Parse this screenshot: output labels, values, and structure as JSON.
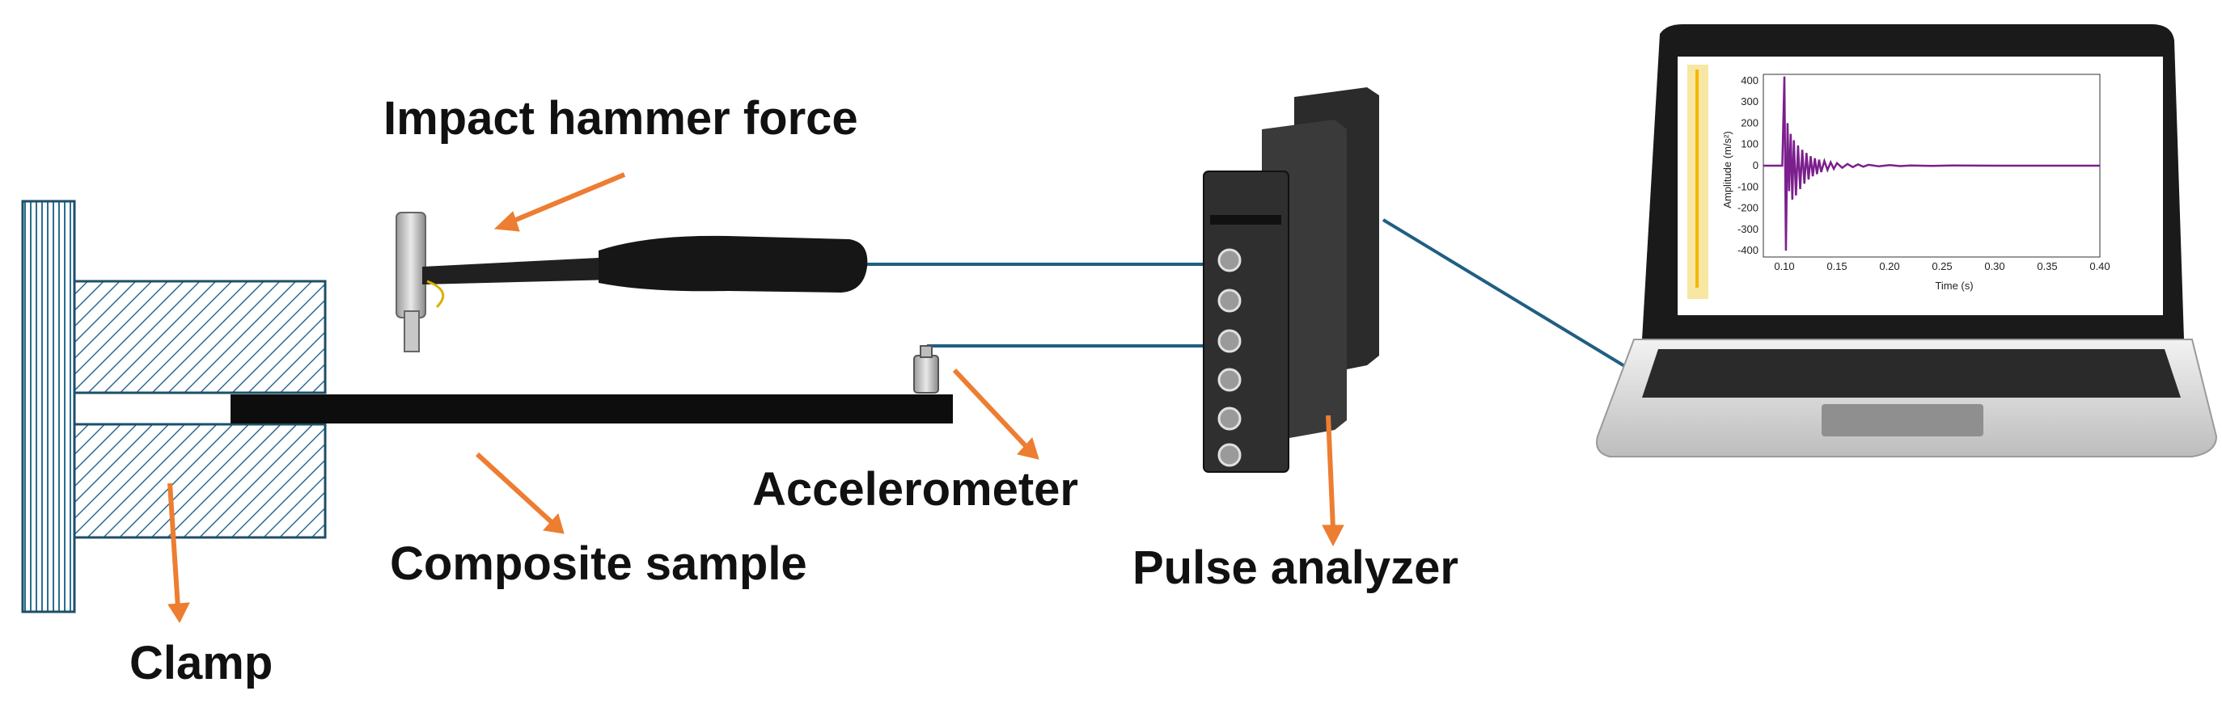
{
  "labels": {
    "impact_hammer": "Impact hammer force",
    "accelerometer": "Accelerometer",
    "composite_sample": "Composite sample",
    "clamp": "Clamp",
    "pulse_analyzer": "Pulse analyzer"
  },
  "colors": {
    "arrow": "#ed7d31",
    "cable": "#1f5f82",
    "hatch": "#2c6e8f",
    "signal": "#7b1f8c"
  },
  "icons": [
    "hammer-icon",
    "accelerometer-icon",
    "pulse-analyzer-icon",
    "laptop-icon"
  ],
  "chart_data": {
    "type": "line",
    "xlabel": "Time (s)",
    "ylabel": "Amplitude (m/s²)",
    "xlim": [
      0.08,
      0.4
    ],
    "ylim": [
      -430,
      430
    ],
    "x_ticks": [
      "0.10",
      "0.15",
      "0.20",
      "0.25",
      "0.30",
      "0.35",
      "0.40"
    ],
    "y_ticks": [
      "400",
      "300",
      "200",
      "100",
      "0",
      "-100",
      "-200",
      "-300",
      "-400"
    ],
    "series": [
      {
        "x": [
          0.08,
          0.098,
          0.1,
          0.1015,
          0.103,
          0.1045,
          0.106,
          0.1075,
          0.109,
          0.111,
          0.113,
          0.115,
          0.117,
          0.119,
          0.121,
          0.123,
          0.125,
          0.127,
          0.129,
          0.131,
          0.133,
          0.135,
          0.138,
          0.141,
          0.144,
          0.147,
          0.15,
          0.155,
          0.16,
          0.165,
          0.17,
          0.175,
          0.18,
          0.19,
          0.2,
          0.21,
          0.22,
          0.24,
          0.26,
          0.3,
          0.35,
          0.4
        ],
        "y": [
          0,
          0,
          420,
          -400,
          200,
          -120,
          150,
          -160,
          120,
          -140,
          95,
          -110,
          75,
          -85,
          60,
          -65,
          45,
          -50,
          35,
          -40,
          28,
          -30,
          22,
          -20,
          16,
          -15,
          12,
          -10,
          8,
          -7,
          6,
          -5,
          4,
          -3,
          3,
          -2,
          1,
          -1,
          1,
          0,
          0,
          0
        ]
      }
    ]
  }
}
